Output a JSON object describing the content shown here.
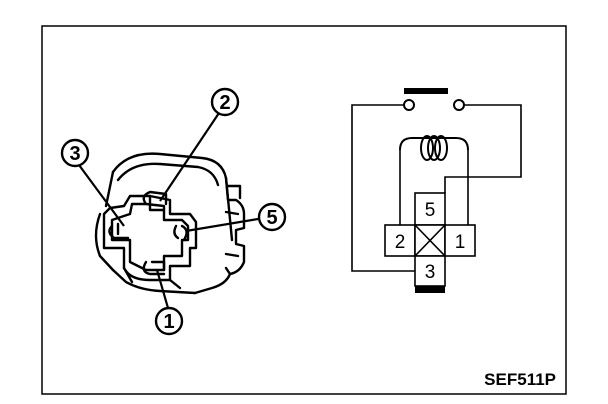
{
  "figure": {
    "code": "SEF511P",
    "colors": {
      "ink": "#000000",
      "background": "#ffffff"
    }
  },
  "relay_view": {
    "callouts": [
      {
        "id": "pin-3",
        "label": "3"
      },
      {
        "id": "pin-2",
        "label": "2"
      },
      {
        "id": "pin-5",
        "label": "5"
      },
      {
        "id": "pin-1",
        "label": "1"
      }
    ]
  },
  "schematic": {
    "terminals": [
      {
        "id": "t5",
        "label": "5"
      },
      {
        "id": "t2",
        "label": "2"
      },
      {
        "id": "t1",
        "label": "1"
      },
      {
        "id": "t3",
        "label": "3"
      }
    ],
    "parts": [
      "switch-contacts-icon",
      "coil-icon"
    ]
  }
}
